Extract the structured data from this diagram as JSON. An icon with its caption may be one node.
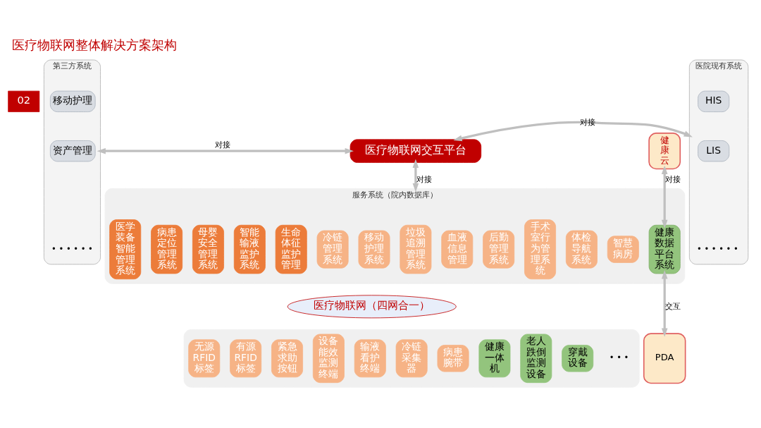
{
  "diagram": {
    "title": "医疗物联网整体解决方案架构",
    "nodes": [
      {
        "text": [
          "第三方系统"
        ]
      },
      {
        "text": [
          "移动护理"
        ],
        "in": 0
      },
      {
        "text": [
          "资产管理"
        ],
        "in": 0
      },
      {
        "text": [
          "医疗物联网交互平台"
        ]
      },
      {
        "text": [
          "医院现有系统"
        ]
      },
      {
        "text": [
          "HIS"
        ],
        "in": 4
      },
      {
        "text": [
          "LIS"
        ],
        "in": 4
      },
      {
        "text": [
          "健康云"
        ]
      },
      {
        "text": [
          "服务系统（院内数据库）"
        ]
      },
      {
        "text": [
          "医学装备智能管理系统"
        ],
        "in": 8
      },
      {
        "text": [
          "病患定位管理系统"
        ],
        "in": 8
      },
      {
        "text": [
          "母婴安全管理系统"
        ],
        "in": 8
      },
      {
        "text": [
          "智能输液监护系统"
        ],
        "in": 8
      },
      {
        "text": [
          "生命体征监护管理"
        ],
        "in": 8
      },
      {
        "text": [
          "冷链管理系统"
        ],
        "in": 8
      },
      {
        "text": [
          "移动护理系统"
        ],
        "in": 8
      },
      {
        "text": [
          "垃圾追溯管理系统"
        ],
        "in": 8
      },
      {
        "text": [
          "血液信息管理"
        ],
        "in": 8
      },
      {
        "text": [
          "后勤管理系统"
        ],
        "in": 8
      },
      {
        "text": [
          "手术室行为管理系统"
        ],
        "in": 8
      },
      {
        "text": [
          "体检导航系统"
        ],
        "in": 8
      },
      {
        "text": [
          "智慧病房"
        ],
        "in": 8
      },
      {
        "text": [
          "健康数据平台系统"
        ],
        "in": 8
      },
      {
        "text": [
          "医疗物联网（四网合一）"
        ]
      },
      {
        "text": [],
        "shape": "box"
      },
      {
        "text": [
          "无源RFID标签"
        ],
        "in": 24
      },
      {
        "text": [
          "有源RFID标签"
        ],
        "in": 24
      },
      {
        "text": [
          "紧急求助按钮"
        ],
        "in": 24
      },
      {
        "text": [
          "设备能效监测终端"
        ],
        "in": 24
      },
      {
        "text": [
          "输液看护终端"
        ],
        "in": 24
      },
      {
        "text": [
          "冷链采集器"
        ],
        "in": 24
      },
      {
        "text": [
          "病患腕带"
        ],
        "in": 24
      },
      {
        "text": [
          "健康一体机"
        ],
        "in": 24
      },
      {
        "text": [
          "老人跌倒监测设备"
        ],
        "in": 24
      },
      {
        "text": [
          "穿戴设备"
        ],
        "in": 24
      },
      {
        "text": [
          "PDA"
        ]
      }
    ],
    "edges": [
      {
        "from": 0,
        "to": 3,
        "arrow": "both",
        "label": "对接"
      },
      {
        "from": 3,
        "to": 4,
        "arrow": "both",
        "label": "对接"
      },
      {
        "from": 3,
        "to": 8,
        "arrow": "both",
        "label": "对接"
      },
      {
        "from": 7,
        "to": 22,
        "arrow": "both",
        "label": "对接"
      },
      {
        "from": 22,
        "to": 35,
        "arrow": "both",
        "label": "交互"
      }
    ],
    "labels": [
      "02",
      "• • • • • •",
      "• • • • • •",
      "• • •"
    ]
  }
}
